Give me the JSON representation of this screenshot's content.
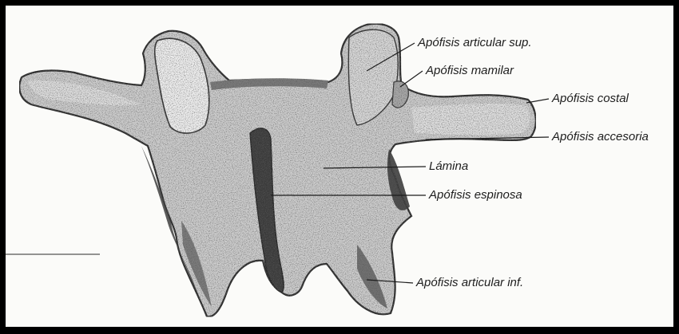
{
  "diagram": {
    "labels": {
      "articular_sup": "Apófisis articular sup.",
      "mamilar": "Apófisis mamilar",
      "costal": "Apófisis costal",
      "accesoria": "Apófisis accesoria",
      "lamina": "Lámina",
      "espinosa": "Apófisis espinosa",
      "articular_inf": "Apófisis articular inf."
    },
    "colors": {
      "background": "#fbfbf9",
      "frame": "#000000",
      "bone_fill": "#cfcfcf",
      "bone_shadow": "#4a4a4a",
      "bone_light": "#ececec",
      "leader": "#1d1d1d"
    }
  }
}
